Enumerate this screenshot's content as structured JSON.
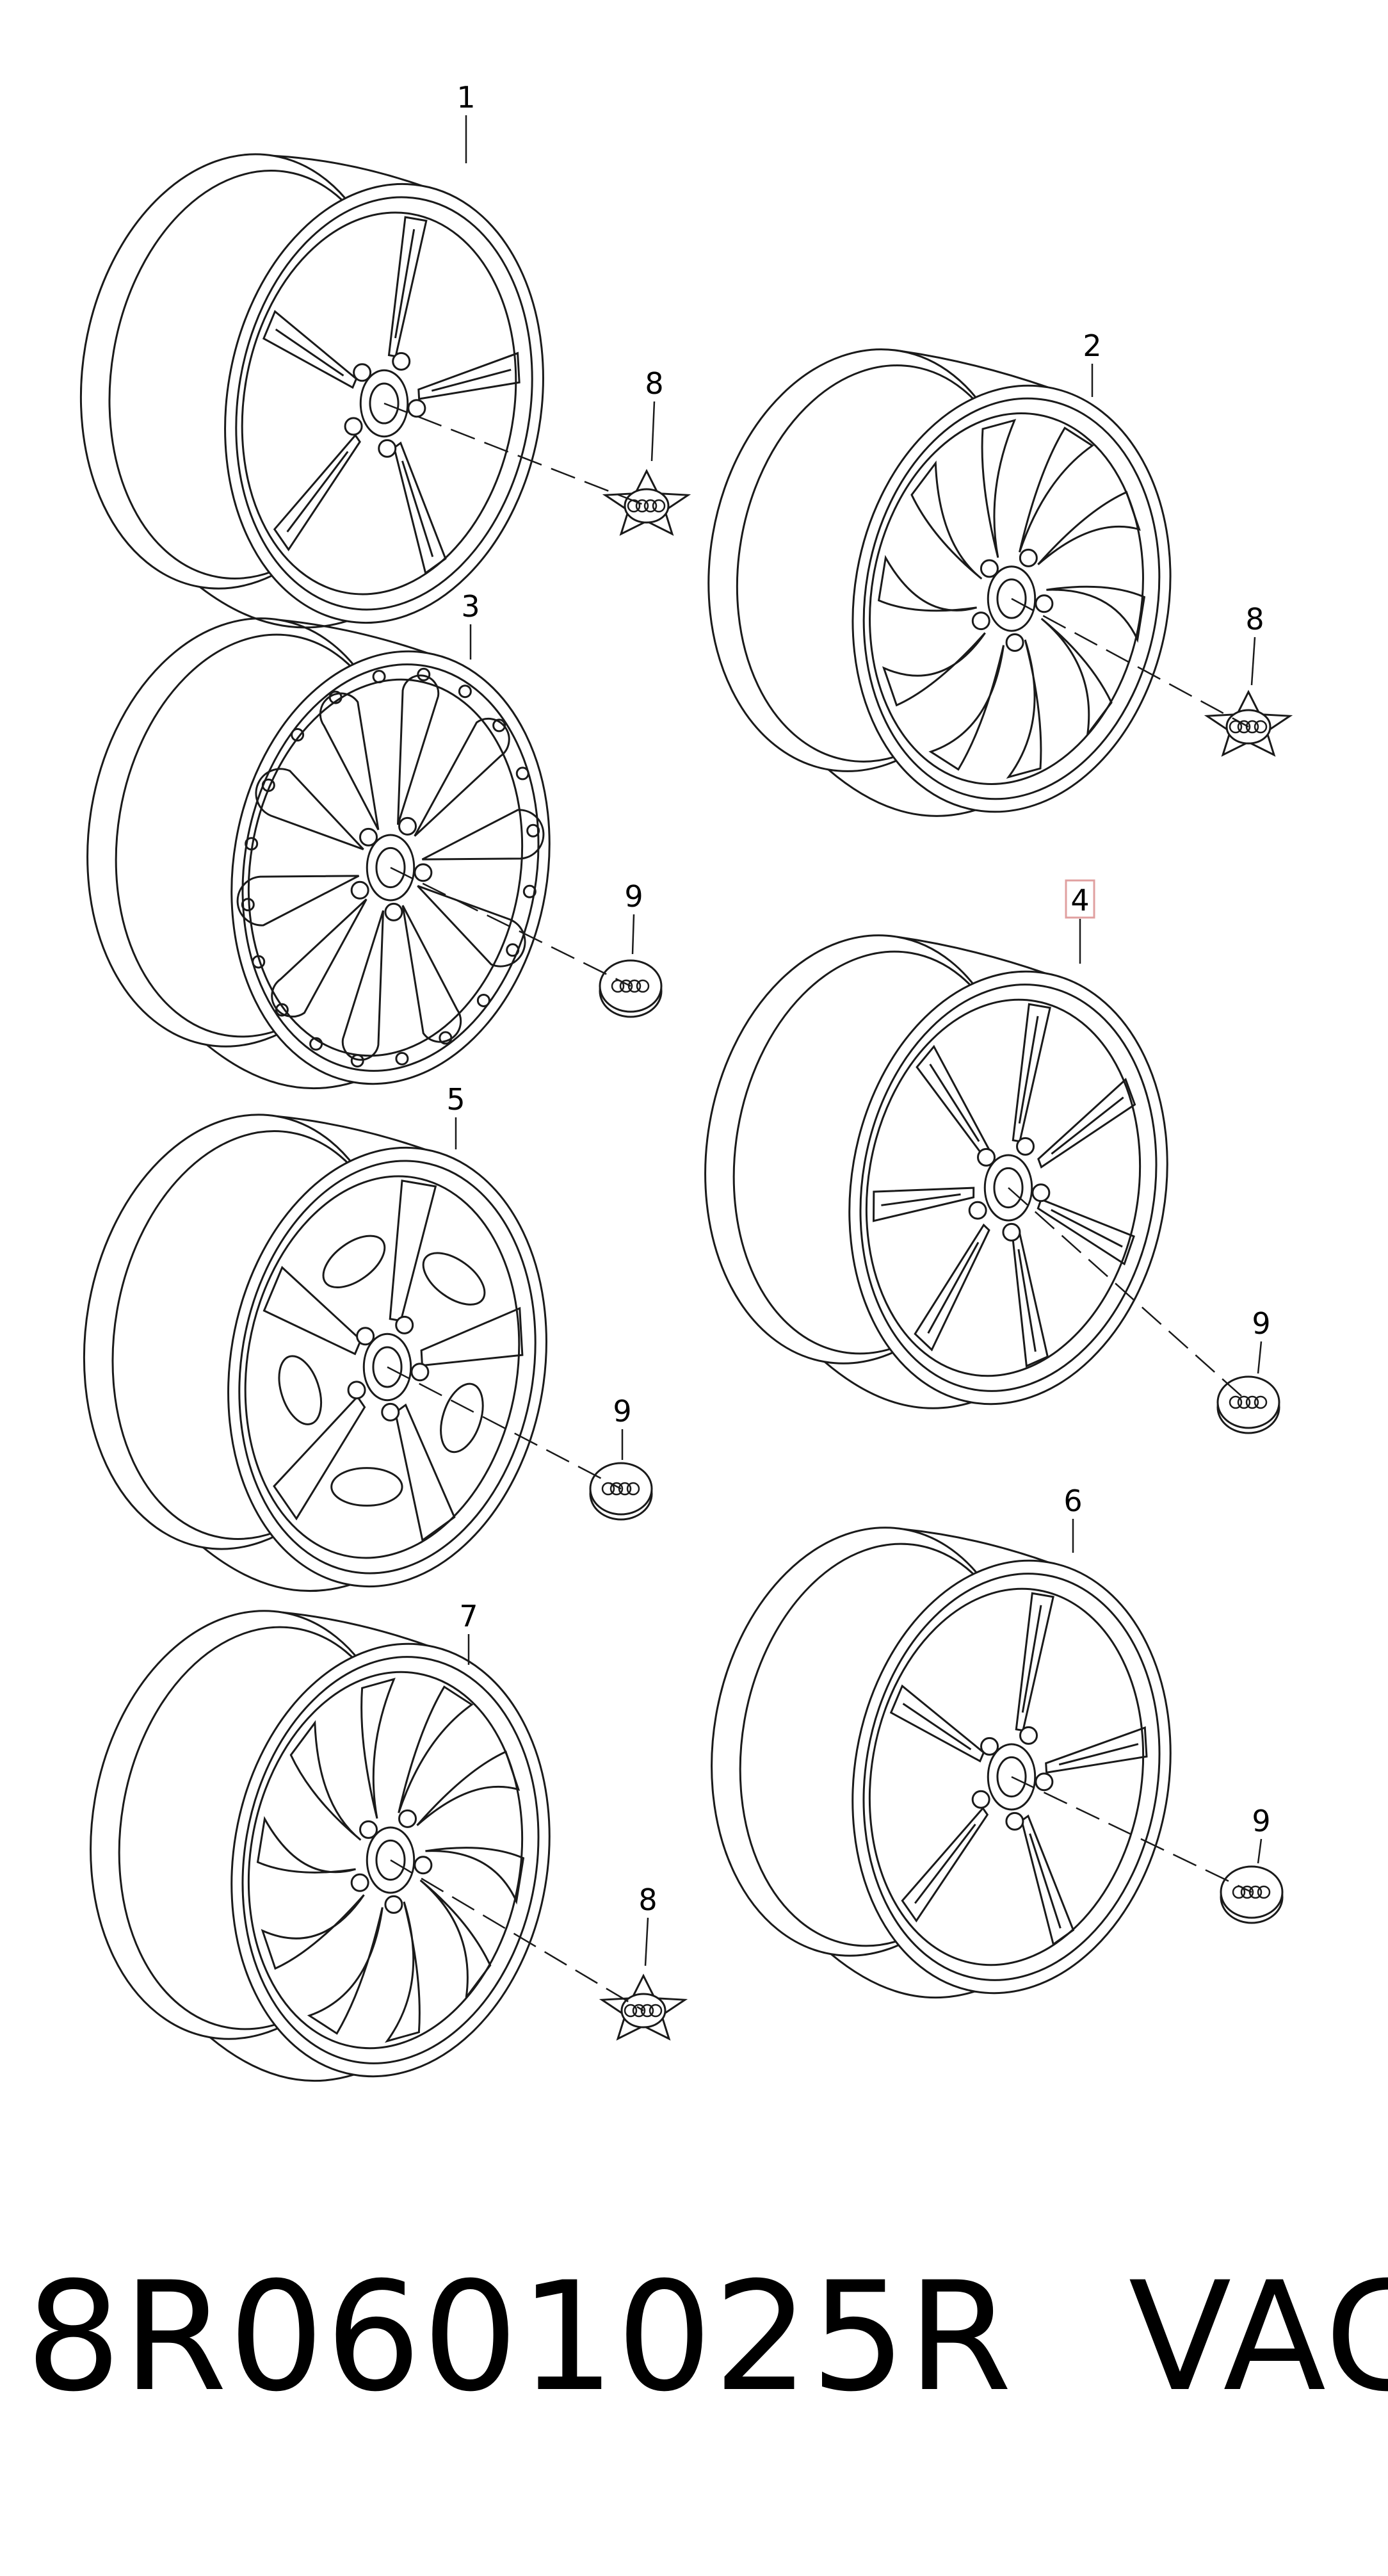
{
  "callouts": {
    "wheel_1": "1",
    "wheel_2": "2",
    "wheel_3": "3",
    "wheel_4": "4",
    "wheel_5": "5",
    "wheel_6": "6",
    "wheel_7": "7",
    "cap_a": "8",
    "cap_b": "8",
    "cap_c": "9",
    "cap_d": "9",
    "cap_e": "9",
    "cap_f": "9",
    "cap_g": "8"
  },
  "footer": {
    "part_number": "8R0601025R",
    "vendor": "VAG"
  },
  "colors": {
    "line": "#1a1a1a",
    "highlight": "#e0a0a0"
  }
}
